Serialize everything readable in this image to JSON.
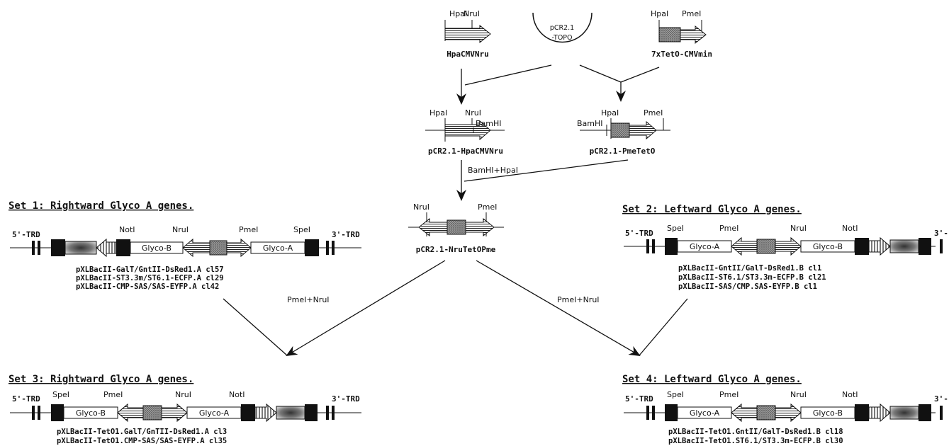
{
  "top": {
    "hpa": {
      "site1": "HpaI",
      "site2": "NruI",
      "name": "HpaCMVNru"
    },
    "topo": {
      "line1": "pCR2.1",
      "line2": "-TOPO"
    },
    "tet": {
      "site1": "HpaI",
      "site2": "PmeI",
      "name": "7xTetO-CMVmin"
    }
  },
  "middle": {
    "left": {
      "site1": "HpaI",
      "site2": "NruI",
      "site3": "BamHI",
      "name": "pCR2.1-HpaCMVNru"
    },
    "right": {
      "site1": "HpaI",
      "site2": "PmeI",
      "site3": "BamHI",
      "name": "pCR2.1-PmeTetO"
    },
    "enzyme": "BamHI+HpaI"
  },
  "center": {
    "site1": "NruI",
    "site2": "PmeI",
    "name": "pCR2.1-NruTetOPme"
  },
  "digest_left": "PmeI+NruI",
  "digest_right": "PmeI+NruI",
  "sets": [
    {
      "title": "Set 1:  Rightward Glyco A genes.",
      "end5": "5'-TRD",
      "end3": "3'-TRD",
      "sites": [
        "NotI",
        "NruI",
        "PmeI",
        "SpeI"
      ],
      "genes": [
        "Glyco-B",
        "Glyco-A"
      ],
      "clones": [
        "pXLBacII-GalT/GntII-DsRed1.A cl57",
        "pXLBacII-ST3.3m/ST6.1-ECFP.A cl29",
        "pXLBacII-CMP-SAS/SAS-EYFP.A cl42"
      ]
    },
    {
      "title": "Set 2:  Leftward Glyco A genes.",
      "end5": "5'-TRD",
      "end3": "3'-",
      "sites": [
        "SpeI",
        "PmeI",
        "NruI",
        "NotI"
      ],
      "genes": [
        "Glyco-A",
        "Glyco-B"
      ],
      "clones": [
        "pXLBacII-GntII/GalT-DsRed1.B cl1",
        "pXLBacII-ST6.1/ST3.3m-ECFP.B cl21",
        "pXLBacII-SAS/CMP.SAS-EYFP.B cl1"
      ]
    },
    {
      "title": "Set 3:  Rightward Glyco A genes.",
      "end5": "5'-TRD",
      "end3": "3'-TRD",
      "sites": [
        "SpeI",
        "PmeI",
        "NruI",
        "NotI"
      ],
      "genes": [
        "Glyco-B",
        "Glyco-A"
      ],
      "clones": [
        "pXLBacII-TetO1.GalT/GnTII-DsRed1.A cl3",
        "pXLBacII-TetO1.CMP-SAS/SAS-EYFP.A cl35"
      ]
    },
    {
      "title": "Set 4:  Leftward Glyco A genes.",
      "end5": "5'-TRD",
      "end3": "3'-",
      "sites": [
        "SpeI",
        "PmeI",
        "NruI",
        "NotI"
      ],
      "genes": [
        "Glyco-A",
        "Glyco-B"
      ],
      "clones": [
        "pXLBacII-TetO1.GntII/GalT-DsRed1.B cl18",
        "pXLBacII-TetO1.ST6.1/ST3.3m-ECFP.B cl30"
      ]
    }
  ]
}
